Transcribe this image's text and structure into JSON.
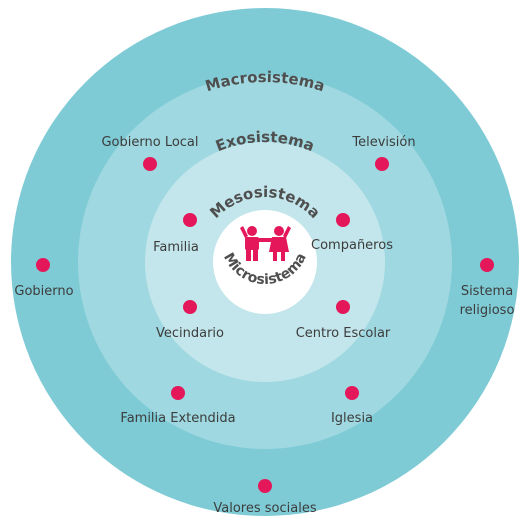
{
  "colors": {
    "macro": "#7ecbd6",
    "exo": "#9fd8e0",
    "meso": "#c2e6eb",
    "micro": "#ffffff",
    "dot": "#e4175a",
    "text": "#3c3c3c"
  },
  "rings": {
    "macro": "Macrosistema",
    "exo": "Exosistema",
    "meso": "Mesosistema",
    "micro": "Microsistema"
  },
  "center_icon": "children-holding-hands-icon",
  "labels": {
    "gobierno_local": "Gobierno Local",
    "television": "Televisión",
    "familia": "Familia",
    "companeros": "Compañeros",
    "gobierno": "Gobierno",
    "sistema": "Sistema",
    "religioso": "religioso",
    "vecindario": "Vecindario",
    "centro_escolar": "Centro Escolar",
    "familia_extendida": "Familia Extendida",
    "iglesia": "Iglesia",
    "valores_sociales": "Valores sociales"
  }
}
